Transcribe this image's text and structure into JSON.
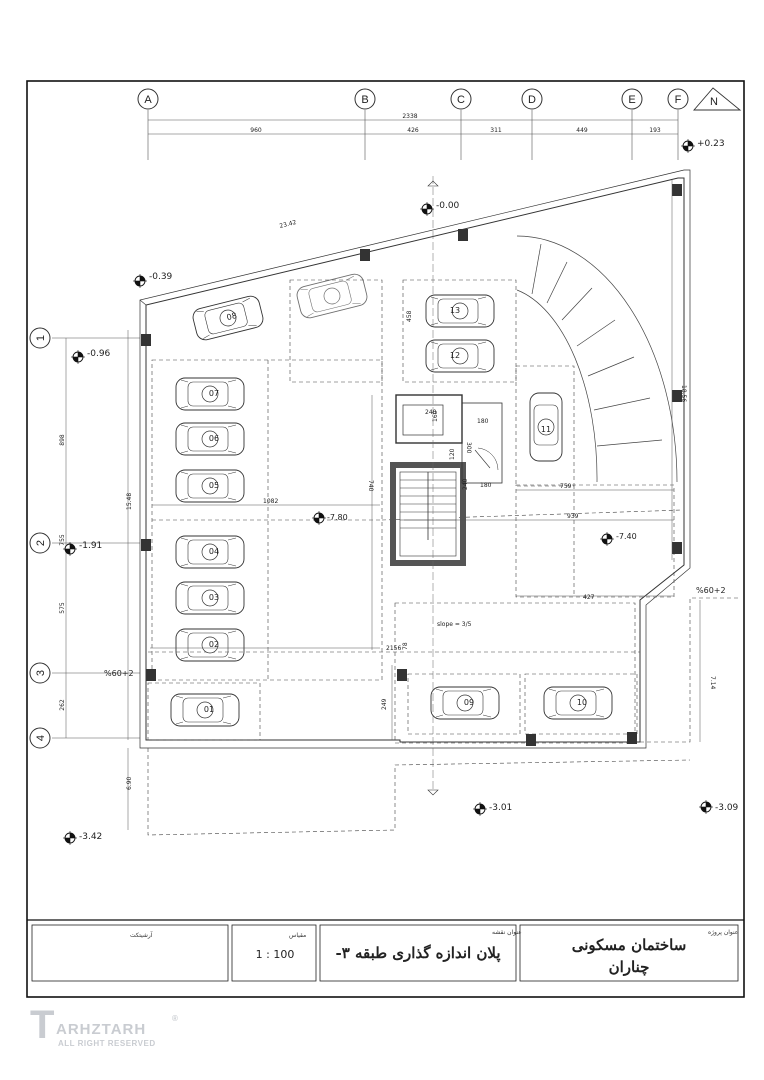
{
  "north": "N",
  "axes_top": [
    "A",
    "B",
    "C",
    "D",
    "E",
    "F"
  ],
  "axes_left": [
    "1",
    "2",
    "3",
    "4"
  ],
  "dims_top": {
    "total": "2338",
    "segments": [
      "960",
      "426",
      "311",
      "449",
      "193"
    ]
  },
  "dims_left": [
    "898",
    "755",
    "575",
    "262"
  ],
  "dims_misc": {
    "d2342": "23.42",
    "d1856": "18.56",
    "d1548": "15.48",
    "d714": "7.14",
    "d690": "6.90",
    "d1082": "1082",
    "d740": "740",
    "d240": "240",
    "d160": "160",
    "d180a": "180",
    "d300": "300",
    "d120": "120",
    "d180b": "180",
    "d240b": "240",
    "d759": "759",
    "d939": "939",
    "d427": "427",
    "d2156": "2156",
    "d78": "78",
    "d249": "249",
    "d458": "458",
    "slope": "slope = 3/5"
  },
  "levels": [
    "+0.23",
    "-0.00",
    "-0.39",
    "-0.96",
    "-1.91",
    "%60+2",
    "-7.80",
    "-7.40",
    "%60+2",
    "-3.01",
    "-3.09",
    "-3.42"
  ],
  "parking": [
    "01",
    "02",
    "03",
    "04",
    "05",
    "06",
    "07",
    "08",
    "09",
    "10",
    "11",
    "12",
    "13"
  ],
  "title_block": {
    "architect_label": "آرشیتکت",
    "scale_label": "مقیاس",
    "scale_value": "1 : 100",
    "sheet_label": "عنوان نقشه",
    "sheet_title": "پلان اندازه گذاری طبقه ۳-",
    "project_label": "عنوان پروژه",
    "project_title_1": "ساختمان مسکونی",
    "project_title_2": "چناران"
  },
  "watermark": {
    "brand": "ARHZTARH",
    "rights": "ALL RIGHT RESERVED",
    "reg": "®"
  }
}
